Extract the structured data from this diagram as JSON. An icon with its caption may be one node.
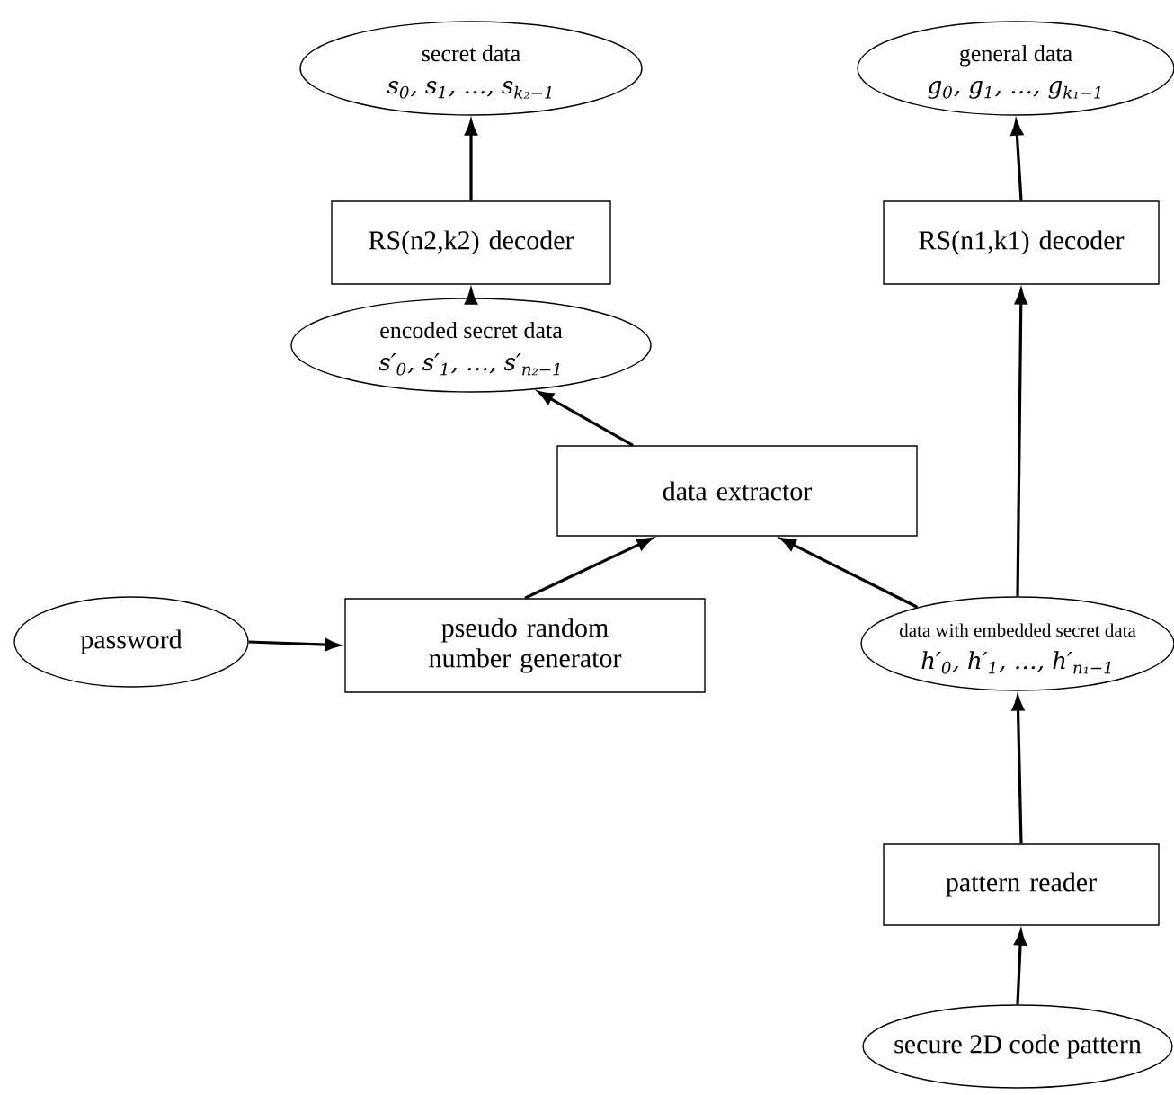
{
  "diagram": {
    "nodes": [
      {
        "text": [
          "secret data",
          "s$_{0}$, s$_{1}$, …, s$_{k₂−1}$"
        ]
      },
      {
        "text": [
          "general data",
          "g$_{0}$, g$_{1}$, …, g$_{k₁−1}$"
        ]
      },
      {
        "text": [
          "RS(n2,k2) decoder"
        ]
      },
      {
        "text": [
          "RS(n1,k1) decoder"
        ]
      },
      {
        "text": [
          "encoded secret data",
          "s′$_{0}$, s′$_{1}$, …, s′$_{n₂−1}$"
        ]
      },
      {
        "text": [
          "data extractor"
        ]
      },
      {
        "text": [
          "password"
        ]
      },
      {
        "text": [
          "pseudo random number generator"
        ]
      },
      {
        "text": [
          "data with embedded secret data",
          "h′$_{0}$, h′$_{1}$, …, h′$_{n₁−1}$"
        ]
      },
      {
        "text": [
          "pattern reader"
        ]
      },
      {
        "text": [
          "secure 2D code pattern"
        ]
      }
    ],
    "edges": [
      {
        "from": 2,
        "to": 0,
        "arrow": "to"
      },
      {
        "from": 3,
        "to": 1,
        "arrow": "to"
      },
      {
        "from": 4,
        "to": 2,
        "arrow": "to"
      },
      {
        "from": 5,
        "to": 4,
        "arrow": "to"
      },
      {
        "from": 7,
        "to": 5,
        "arrow": "to"
      },
      {
        "from": 8,
        "to": 5,
        "arrow": "to"
      },
      {
        "from": 6,
        "to": 7,
        "arrow": "to"
      },
      {
        "from": 8,
        "to": 3,
        "arrow": "to"
      },
      {
        "from": 9,
        "to": 8,
        "arrow": "to"
      },
      {
        "from": 10,
        "to": 9,
        "arrow": "to"
      }
    ]
  }
}
